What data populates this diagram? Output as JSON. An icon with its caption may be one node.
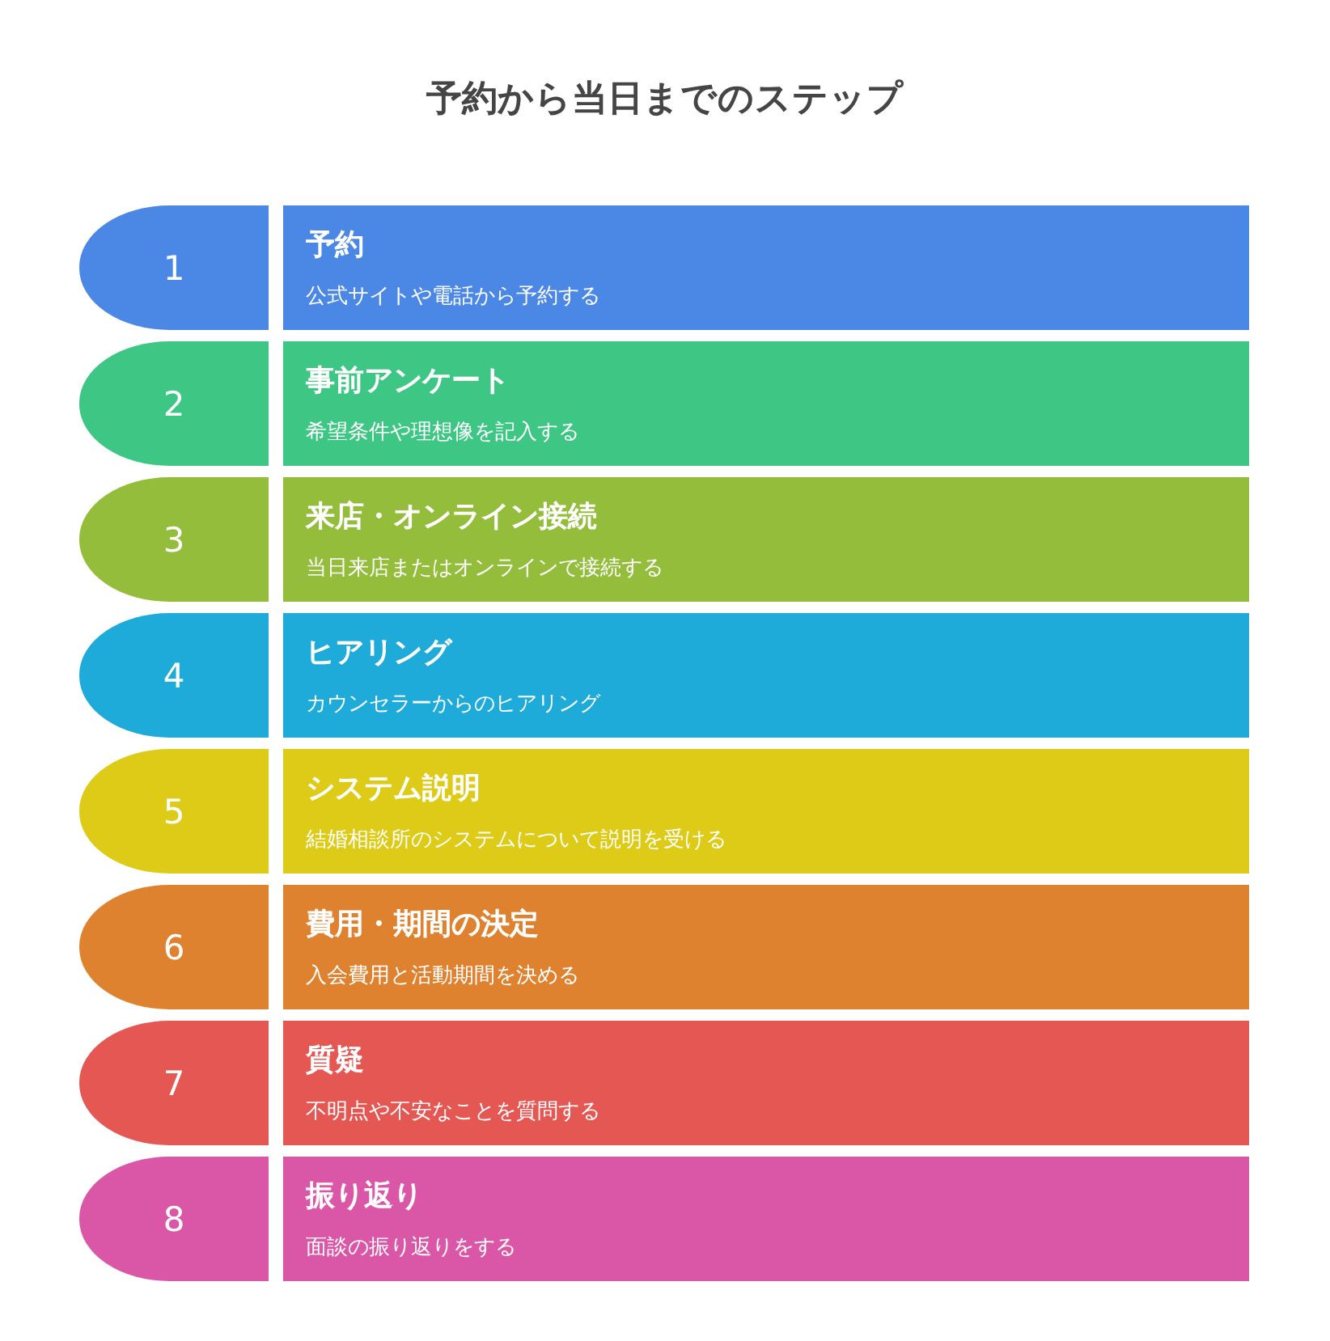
{
  "diagram": {
    "title": "予約から当日までのステップ",
    "nodes": [
      {
        "text": [
          "1"
        ]
      },
      {
        "text": [
          "予約",
          "公式サイトや電話から予約する"
        ]
      },
      {
        "text": [
          "2"
        ]
      },
      {
        "text": [
          "事前アンケート",
          "希望条件や理想像を記入する"
        ]
      },
      {
        "text": [
          "3"
        ]
      },
      {
        "text": [
          "来店・オンライン接続",
          "当日来店またはオンラインで接続する"
        ]
      },
      {
        "text": [
          "4"
        ]
      },
      {
        "text": [
          "ヒアリング",
          "カウンセラーからのヒアリング"
        ]
      },
      {
        "text": [
          "5"
        ]
      },
      {
        "text": [
          "システム説明",
          "結婚相談所のシステムについて説明を受ける"
        ]
      },
      {
        "text": [
          "6"
        ]
      },
      {
        "text": [
          "費用・期間の決定",
          "入会費用と活動期間を決める"
        ]
      },
      {
        "text": [
          "7"
        ]
      },
      {
        "text": [
          "質疑",
          "不明点や不安なことを質問する"
        ]
      },
      {
        "text": [
          "8"
        ]
      },
      {
        "text": [
          "振り返り",
          "面談の振り返りをする"
        ]
      }
    ]
  }
}
